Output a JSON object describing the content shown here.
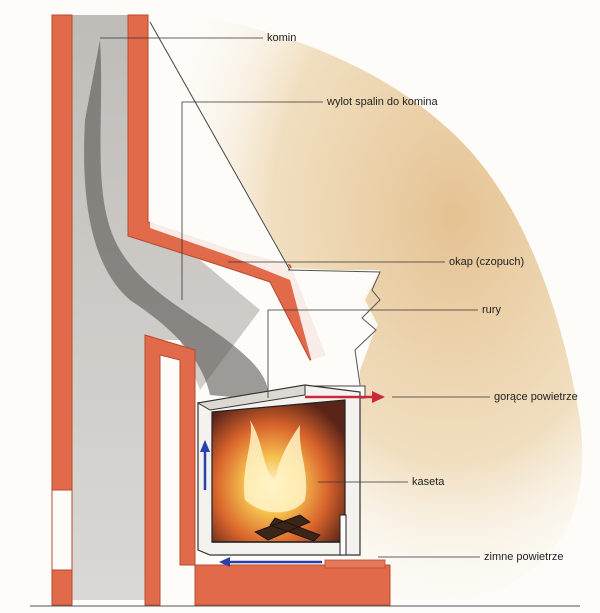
{
  "labels": {
    "komin": "komin",
    "wylot": "wylot spalin do komina",
    "okap": "okap (czopuch)",
    "rury": "rury",
    "gorace": "gorące powietrze",
    "kaseta": "kaseta",
    "zimne": "zimne powietrze"
  },
  "colors": {
    "brick": "#e06a4a",
    "brick_edge": "#b84a30",
    "smoke": "#6e6a66",
    "wall_tan": "#e7c79a",
    "hot_arrow": "#c8283a",
    "cold_arrow": "#2b3fa8",
    "fire": "#f2a23a"
  }
}
